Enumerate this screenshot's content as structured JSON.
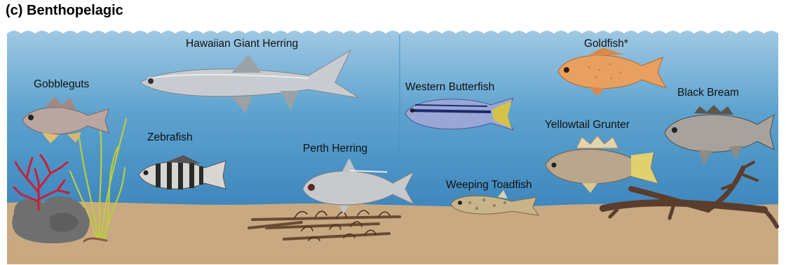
{
  "panel": {
    "title": "(c) Benthopelagic"
  },
  "colors": {
    "water_top": "#9fc8e3",
    "water_mid": "#5ea3cf",
    "water_bottom": "#3d86bd",
    "sand": "#c9a982",
    "sand_dark": "#b8946a"
  },
  "fish": [
    {
      "id": "gobbleguts",
      "label": "Gobbleguts"
    },
    {
      "id": "hawaiian-giant-herring",
      "label": "Hawaiian Giant Herring"
    },
    {
      "id": "zebrafish",
      "label": "Zebrafish"
    },
    {
      "id": "perth-herring",
      "label": "Perth Herring"
    },
    {
      "id": "western-butterfish",
      "label": "Western Butterfish"
    },
    {
      "id": "goldfish",
      "label": "Goldfish*"
    },
    {
      "id": "weeping-toadfish",
      "label": "Weeping Toadfish"
    },
    {
      "id": "yellowtail-grunter",
      "label": "Yellowtail Grunter"
    },
    {
      "id": "black-bream",
      "label": "Black Bream"
    }
  ],
  "habitat": [
    {
      "id": "red-coral",
      "label": "red-coral"
    },
    {
      "id": "seagrass",
      "label": "seagrass"
    },
    {
      "id": "rock",
      "label": "rock"
    },
    {
      "id": "woody-debris",
      "label": "woody-debris"
    },
    {
      "id": "snag",
      "label": "snag"
    }
  ]
}
